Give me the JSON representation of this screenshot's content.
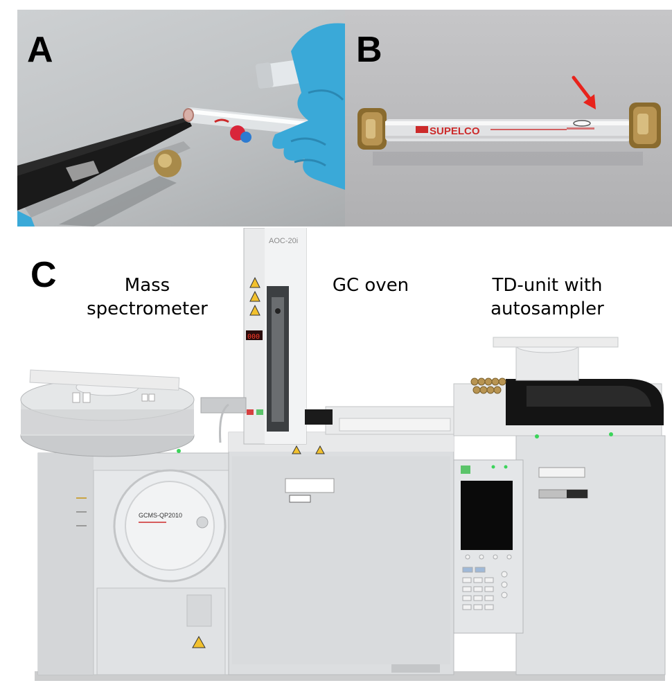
{
  "panels": {
    "a": {
      "letter": "A"
    },
    "b": {
      "letter": "B",
      "tube_brand": "SUPELCO",
      "colors": {
        "arrow": "#e8231c"
      }
    },
    "c": {
      "letter": "C",
      "labels": {
        "mass_spectrometer": "Mass spectrometer",
        "gc_oven": "GC oven",
        "td_unit": "TD-unit with autosampler"
      },
      "instrument_name": "GCMS-QP2010",
      "autosampler_tower_label": "AOC-20i",
      "display_readout": "000"
    }
  },
  "colors": {
    "glove": "#3aa9d8",
    "brass": "#a88a4a",
    "instrument": "#e4e6e8"
  }
}
